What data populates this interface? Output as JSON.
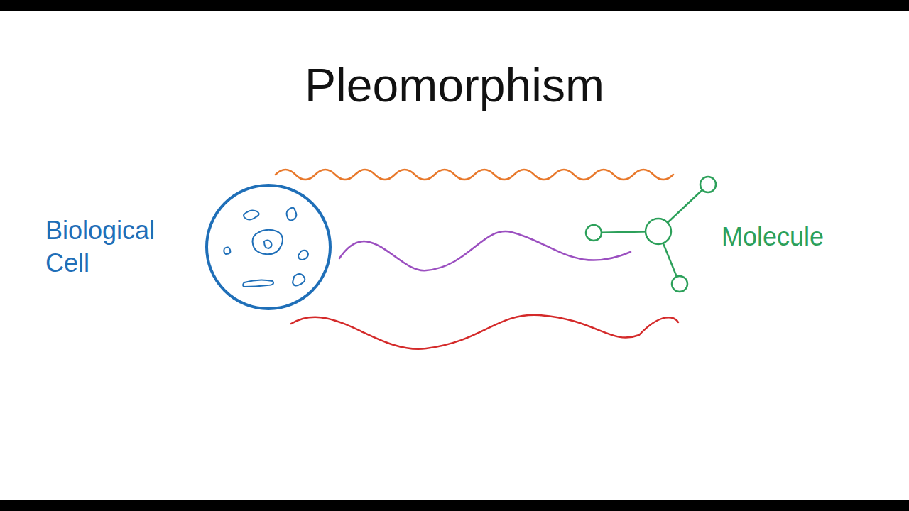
{
  "diagram": {
    "title": "Pleomorphism",
    "nodes": [
      {
        "text": [
          "Biological Cell"
        ]
      },
      {
        "text": [
          "Molecule"
        ]
      }
    ]
  }
}
